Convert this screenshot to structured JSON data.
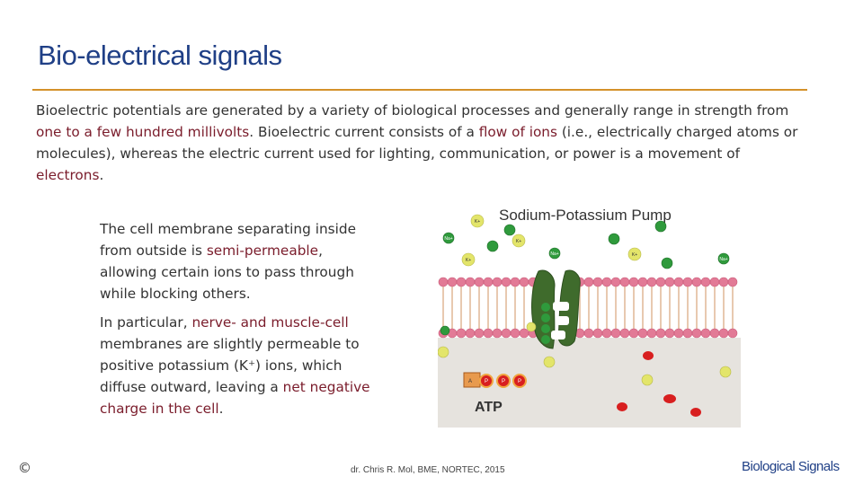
{
  "slide": {
    "title": "Bio-electrical signals",
    "intro": {
      "t1": "Bioelectric potentials are generated by a variety of biological processes and generally range in strength from ",
      "h1": "one to a few hundred millivolts",
      "t2": ". Bioelectric current consists of a ",
      "h2": "flow of ions",
      "t3": " (i.e., electrically charged atoms or molecules), whereas the electric current used for lighting, communication, or power is a movement of ",
      "h3": "electrons",
      "t4": "."
    },
    "side": {
      "p1_t1": "The cell membrane separating inside from outside is ",
      "p1_h1": "semi-permeable",
      "p1_t2": ", allowing certain ions to pass through while blocking others.",
      "p2_t1": "In particular, ",
      "p2_h1": "nerve- and muscle-cell",
      "p2_t2": " membranes are slightly permeable to positive potassium (K⁺) ions, which diffuse outward, leaving a ",
      "p2_h2": "net negative charge in the cell",
      "p2_t3": "."
    }
  },
  "figure": {
    "title": "Sodium-Potassium Pump",
    "atp_label": "ATP",
    "k_label": "K+",
    "na_label": "Na+",
    "adp_label": "A",
    "p_label": "P",
    "colors": {
      "membrane": "#e27a96",
      "tails": "#e8c9b0",
      "pump": "#3f6b2c",
      "inside": "#e6e3de",
      "ion_k": "#e3e56a",
      "ion_na": "#2f9a3c",
      "electron": "#d81f1f"
    }
  },
  "footer": {
    "copyright": "©",
    "credit": "dr. Chris R. Mol, BME, NORTEC, 2015",
    "section": "Biological Signals"
  }
}
